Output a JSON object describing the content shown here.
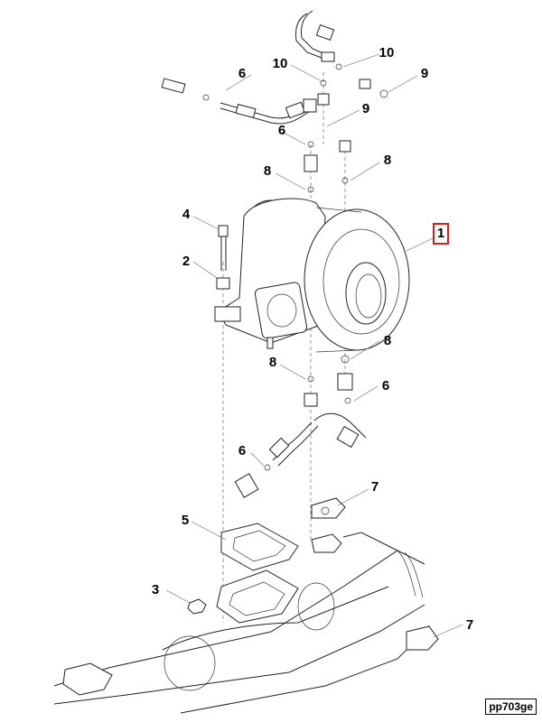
{
  "callouts": [
    {
      "id": "c1",
      "label": "1",
      "highlighted": true
    },
    {
      "id": "c2",
      "label": "2"
    },
    {
      "id": "c3",
      "label": "3"
    },
    {
      "id": "c4",
      "label": "4"
    },
    {
      "id": "c5",
      "label": "5"
    },
    {
      "id": "c6a",
      "label": "6"
    },
    {
      "id": "c6b",
      "label": "6"
    },
    {
      "id": "c6c",
      "label": "6"
    },
    {
      "id": "c6d",
      "label": "6"
    },
    {
      "id": "c7a",
      "label": "7"
    },
    {
      "id": "c7b",
      "label": "7"
    },
    {
      "id": "c8a",
      "label": "8"
    },
    {
      "id": "c8b",
      "label": "8"
    },
    {
      "id": "c8c",
      "label": "8"
    },
    {
      "id": "c8d",
      "label": "8"
    },
    {
      "id": "c9",
      "label": "9"
    },
    {
      "id": "c9b",
      "label": "9"
    },
    {
      "id": "c10a",
      "label": "10"
    },
    {
      "id": "c10b",
      "label": "10"
    }
  ],
  "figure_id": "pp703ge",
  "highlight_color": "#d91e1e"
}
